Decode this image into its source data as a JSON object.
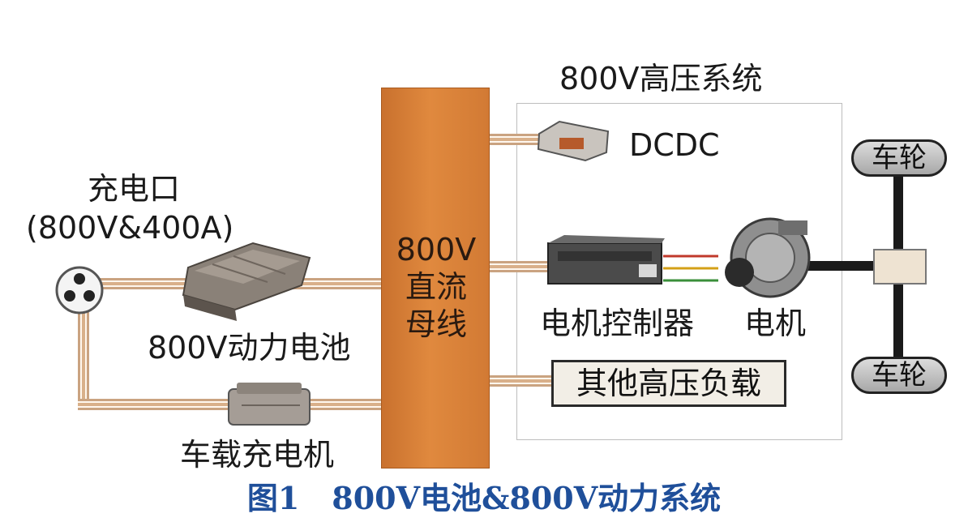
{
  "system_title": "800V高压系统",
  "charge_port": {
    "label_line1": "充电口",
    "label_line2": "(800V&400A)"
  },
  "battery": {
    "label": "800V动力电池"
  },
  "onboard_charger": {
    "label": "车载充电机"
  },
  "bus": {
    "line1": "800V",
    "line2": "直流",
    "line3": "母线"
  },
  "dcdc": {
    "label": "DCDC"
  },
  "motor_controller": {
    "label": "电机控制器"
  },
  "motor": {
    "label": "电机"
  },
  "other_loads": {
    "label": "其他高压负载"
  },
  "wheels": {
    "top": "车轮",
    "bottom": "车轮"
  },
  "caption": {
    "figure": "图1",
    "title": "800V电池&800V动力系统"
  },
  "colors": {
    "bus": "#d97e37",
    "caption": "#1f4f9a",
    "wire": "#d9b08a"
  }
}
